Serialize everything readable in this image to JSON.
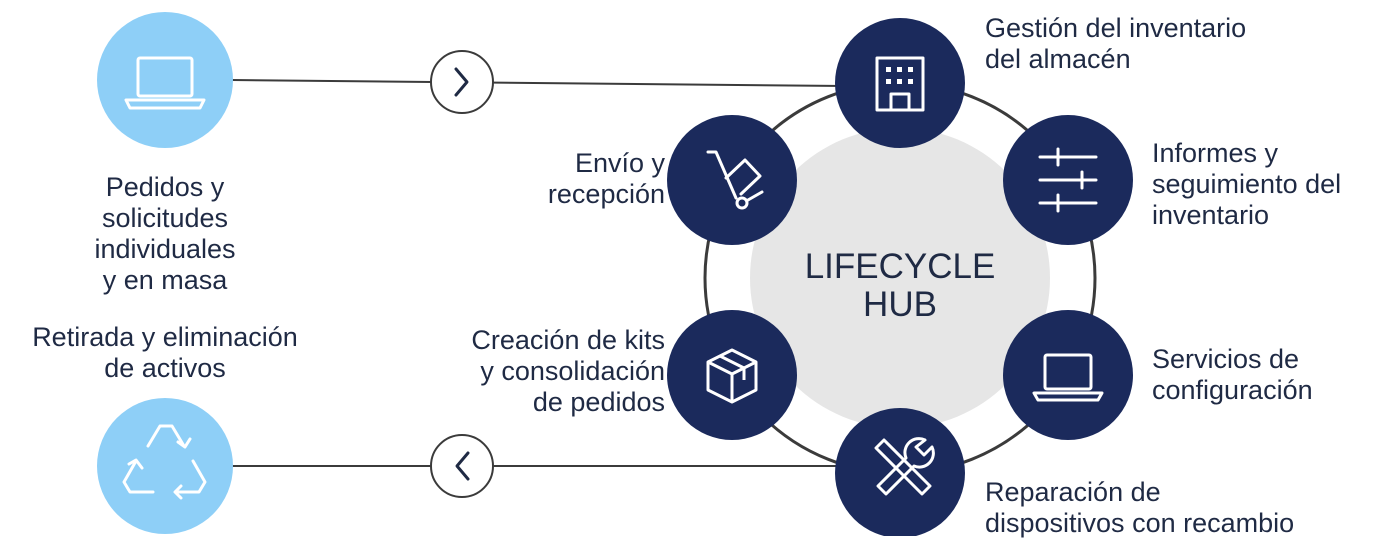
{
  "hub": {
    "line1": "LIFECYCLE",
    "line2": "HUB"
  },
  "left_nodes": {
    "orders": {
      "label": "Pedidos y\nsolicitudes\nindividuales\ny en masa",
      "icon": "laptop-icon"
    },
    "retirement": {
      "label": "Retirada y eliminación\nde activos",
      "icon": "recycle-icon"
    }
  },
  "arrows": {
    "forward": "chevron-right-icon",
    "back": "chevron-left-icon"
  },
  "ring_nodes": {
    "warehouse": {
      "label": "Gestión del inventario\ndel almacén",
      "icon": "building-icon"
    },
    "reports": {
      "label": "Informes y\nseguimiento del\ninventario",
      "icon": "sliders-icon"
    },
    "config": {
      "label": "Servicios de\nconfiguración",
      "icon": "laptop-icon"
    },
    "repair": {
      "label": "Reparación de\ndispositivos con recambio",
      "icon": "tools-icon"
    },
    "kitting": {
      "label": "Creación de kits\ny consolidación\nde pedidos",
      "icon": "package-icon"
    },
    "shipping": {
      "label": "Envío y\nrecepción",
      "icon": "hand-truck-icon"
    }
  },
  "colors": {
    "navy": "#1b2a5c",
    "light_blue": "#8ecff7",
    "hub_fill": "#e6e6e6",
    "ring_stroke": "#3b3b3b",
    "text": "#1f2a44"
  }
}
